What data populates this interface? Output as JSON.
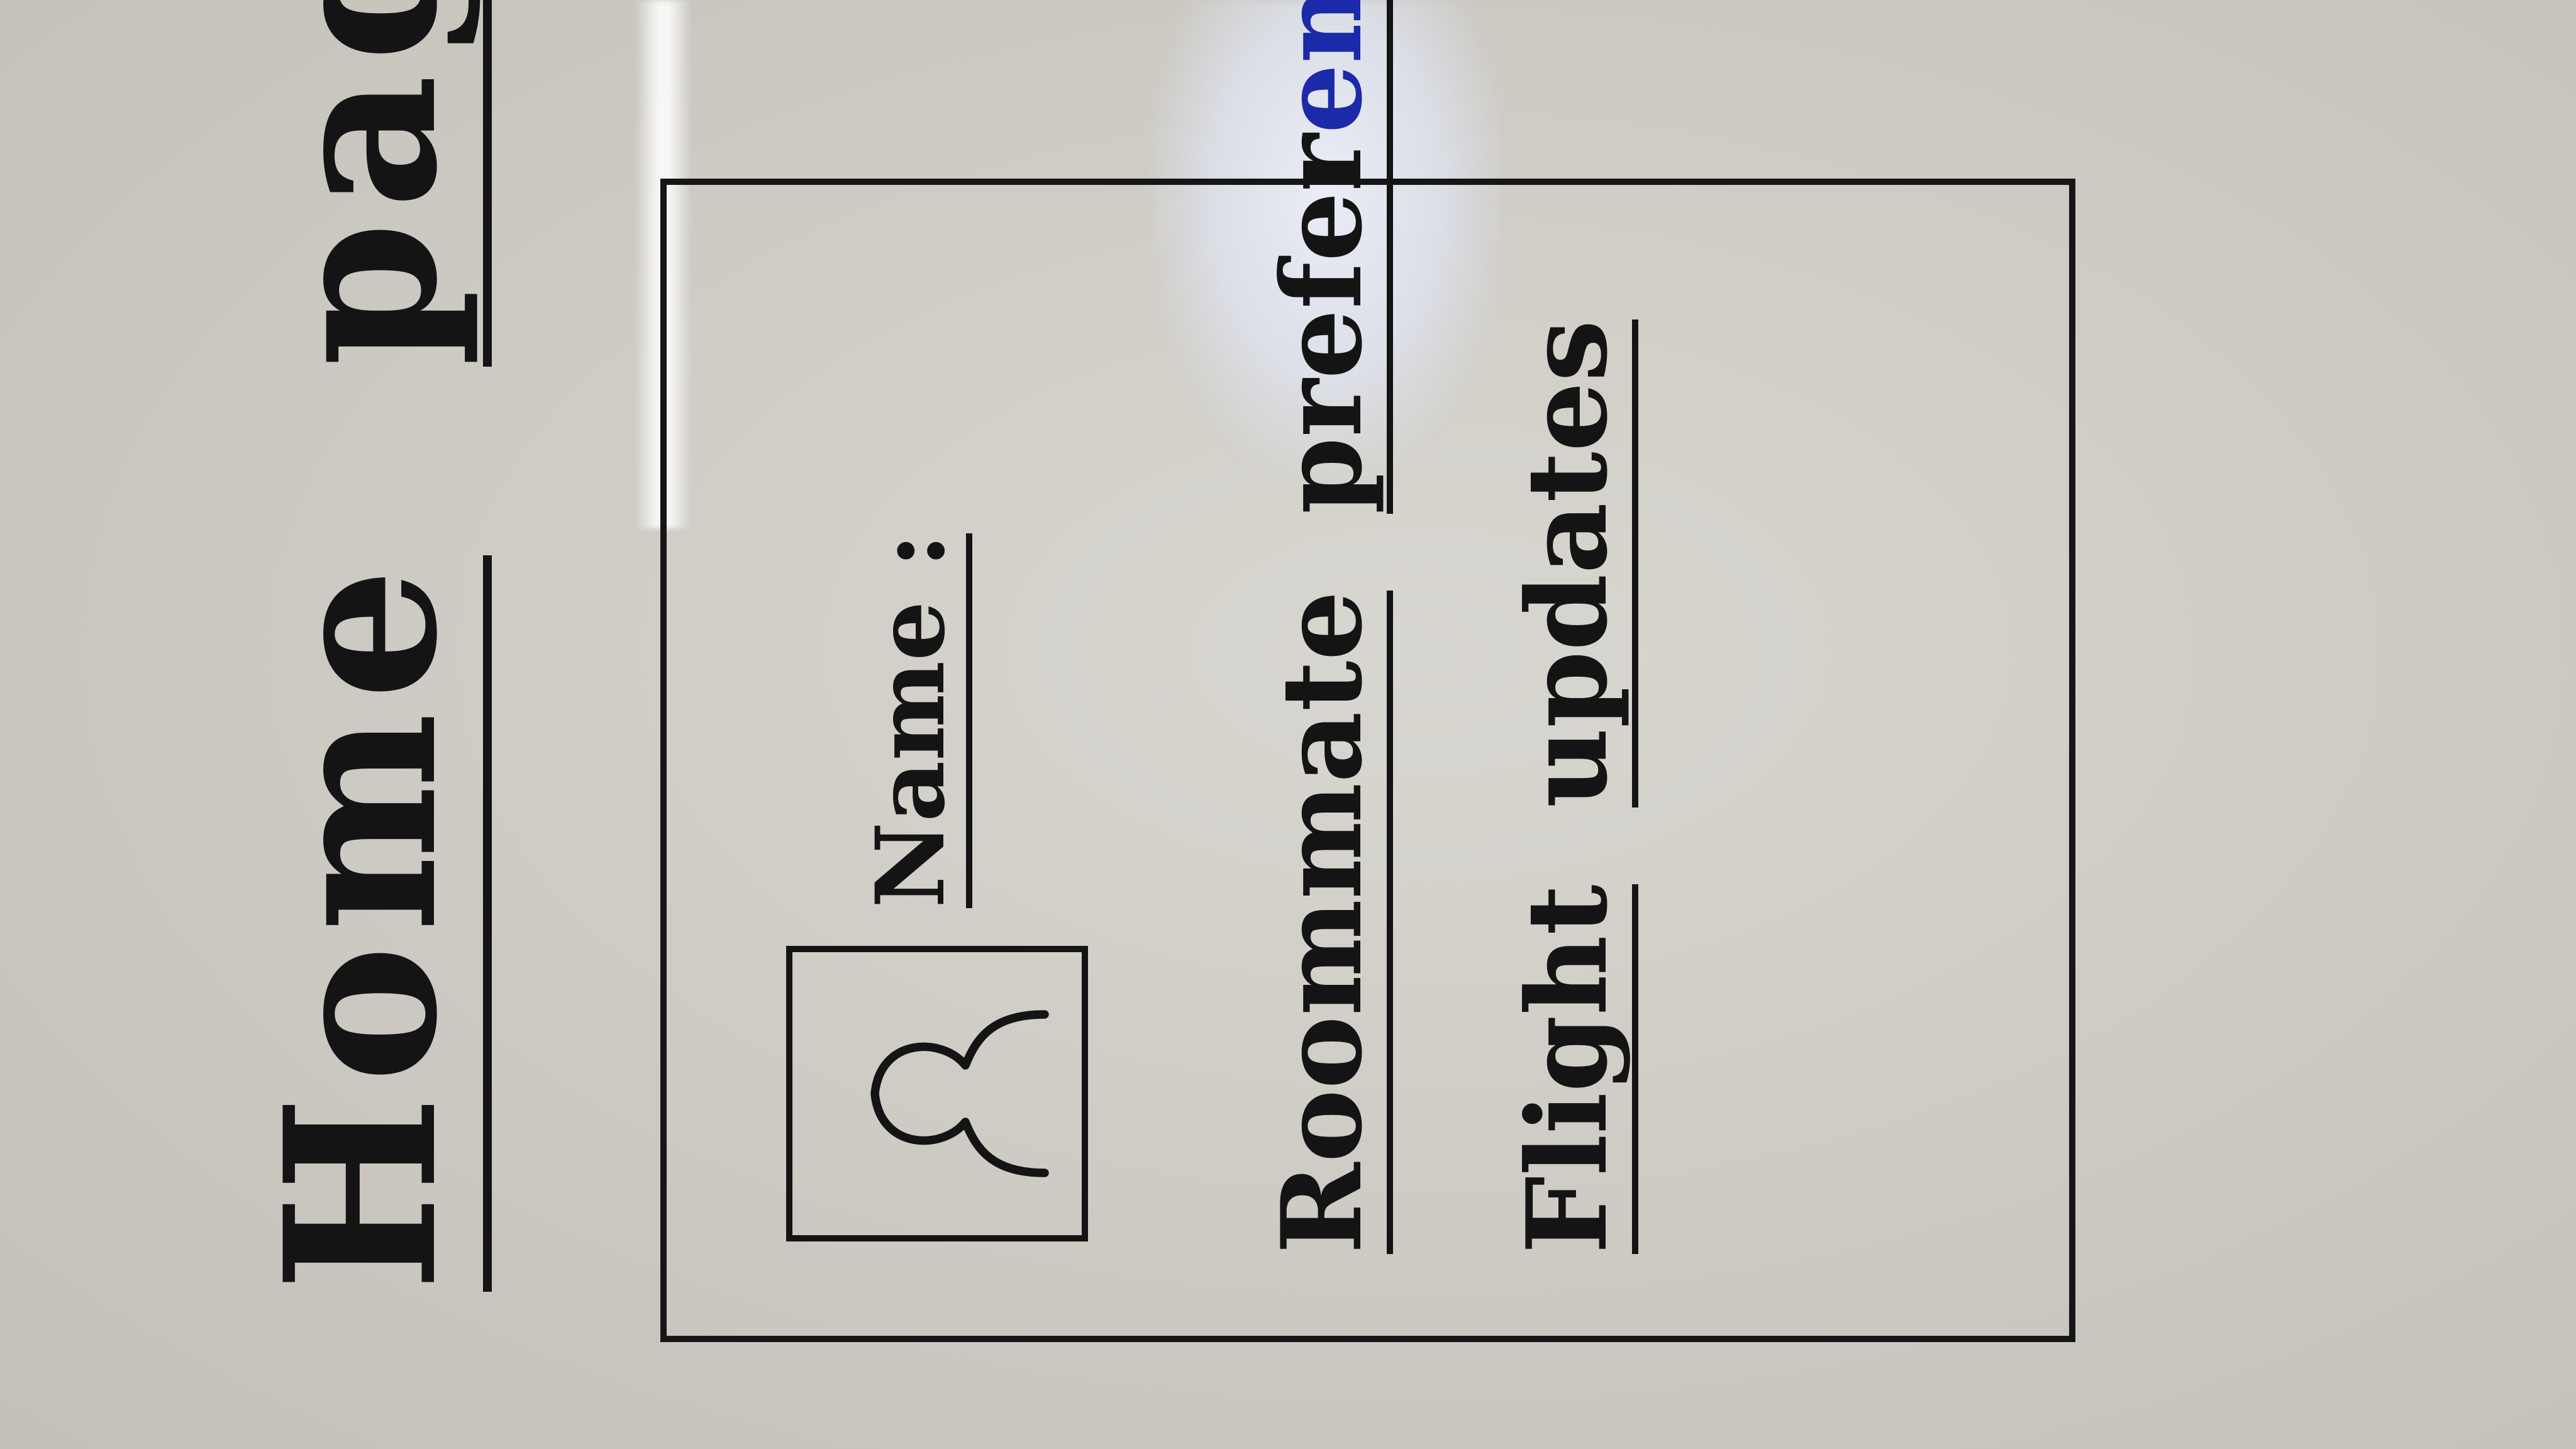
{
  "header": {
    "title_word1": "Home",
    "title_word2": "page"
  },
  "profile": {
    "avatar_icon": "user-silhouette-icon",
    "name_label": "Name :"
  },
  "sections": {
    "roommate_word": "Roommate",
    "preference_part1": "prefer",
    "preference_part2": "ence",
    "flight_word": "Flight",
    "updates_word": "updates"
  },
  "colors": {
    "marker_black": "#141414",
    "marker_blue": "#1b2aa8",
    "board": "#cfccc5"
  }
}
